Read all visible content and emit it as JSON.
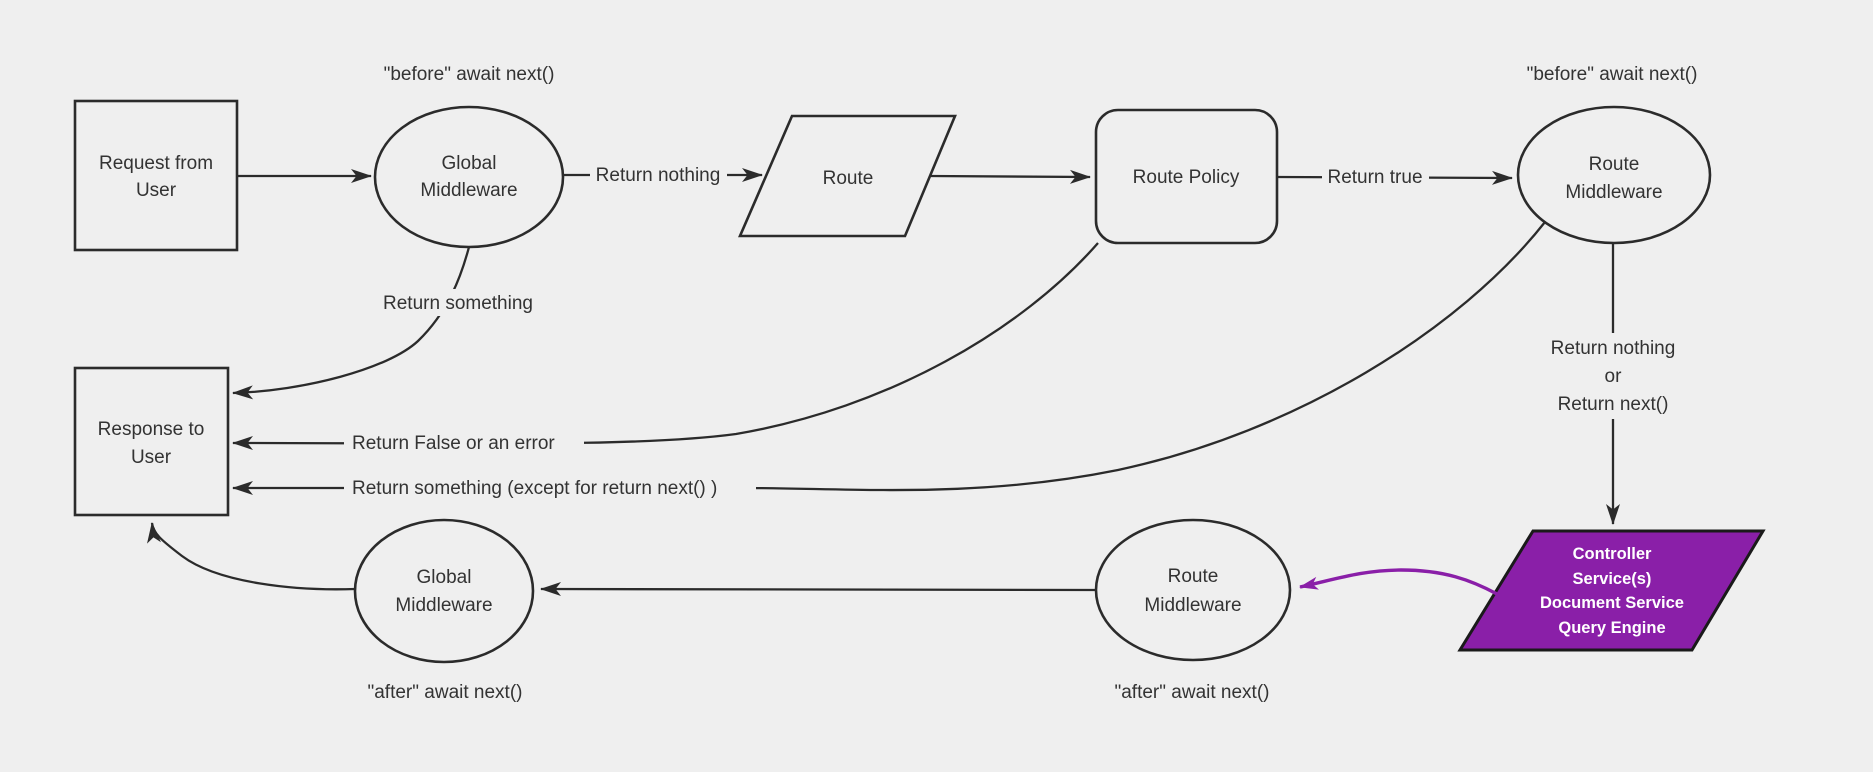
{
  "diagram": {
    "colors": {
      "bg": "#efefef",
      "stroke": "#2b2b2b",
      "text": "#333333",
      "purple": "#8a1fa8",
      "purple-border": "#1a1a1a",
      "white": "#ffffff"
    },
    "nodes": {
      "request": {
        "lines": [
          "Request from",
          "User"
        ]
      },
      "global_mw_top": {
        "lines": [
          "Global",
          "Middleware"
        ]
      },
      "route": {
        "label": "Route"
      },
      "route_policy": {
        "label": "Route Policy"
      },
      "route_mw_top": {
        "lines": [
          "Route",
          "Middleware"
        ]
      },
      "response": {
        "lines": [
          "Response to",
          "User"
        ]
      },
      "controller": {
        "lines": [
          "Controller",
          "Service(s)",
          "Document Service",
          "Query Engine"
        ]
      },
      "route_mw_bottom": {
        "lines": [
          "Route",
          "Middleware"
        ]
      },
      "global_mw_bottom": {
        "lines": [
          "Global",
          "Middleware"
        ]
      }
    },
    "labels": {
      "before_await_left": "\"before\" await next()",
      "before_await_right": "\"before\" await next()",
      "after_await_left": "\"after\" await next()",
      "after_await_right": "\"after\" await next()",
      "return_nothing": "Return nothing",
      "return_true": "Return true",
      "return_something": "Return something",
      "return_false_error": "Return False or an error",
      "return_something_except": "Return something (except for return next() )",
      "return_nothing_or": [
        "Return nothing",
        "or",
        "Return next()"
      ]
    }
  }
}
